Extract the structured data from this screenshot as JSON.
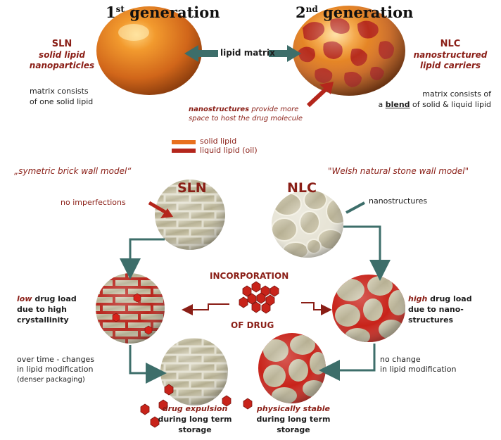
{
  "colors": {
    "solid_lipid": "#e8701e",
    "liquid_lipid": "#b4261c",
    "label_red": "#8a1e16",
    "arrow_green": "#3d6e6a",
    "brick": "#bdb79a"
  },
  "generations": {
    "first": {
      "title": "1",
      "suffix": "st",
      "word": " generation"
    },
    "second": {
      "title": "2",
      "suffix": "nd",
      "word": " generation"
    }
  },
  "sln_top": {
    "abbr": "SLN",
    "line1": "solid lipid",
    "line2": "nanoparticles",
    "matrix_line1": "matrix consists",
    "matrix_line2": "of one solid lipid"
  },
  "nlc_top": {
    "abbr": "NLC",
    "line1": "nanostructured",
    "line2": "lipid carriers",
    "matrix_line1": "matrix consists of",
    "matrix_pre": "a ",
    "matrix_blend": "blend",
    "matrix_post": " of solid & liquid lipid"
  },
  "lipid_matrix": "lipid matrix",
  "nanostructures_note": {
    "bold_word": "nanostructures",
    "rest1": " provide more",
    "line2": "space to host the drug molecule"
  },
  "legend": {
    "solid": "solid lipid",
    "liquid": "liquid lipid (oil)"
  },
  "models": {
    "left": "„symetric brick wall model“",
    "right": "\"Welsh natural stone wall model\""
  },
  "mid": {
    "sln": "SLN",
    "nlc": "NLC",
    "no_imperfections": "no imperfections",
    "nanostructures": "nanostructures",
    "incorporation": "INCORPORATION",
    "of_drug": "OF DRUG"
  },
  "left_load": {
    "italic": "low",
    "rest": " drug load",
    "line2": "due to high",
    "line3": "crystallinity"
  },
  "right_load": {
    "italic": "high",
    "rest": " drug load",
    "line2": "due to nano-",
    "line3": "structures"
  },
  "left_change": {
    "line1": "over time - changes",
    "line2": "in lipid modification",
    "line3": "(denser packaging)"
  },
  "right_change": {
    "line1": "no change",
    "line2": "in lipid modification"
  },
  "bottom_left": {
    "italic": "drug expulsion",
    "line2": "during long term",
    "line3": "storage"
  },
  "bottom_right": {
    "italic": "physically stable",
    "line2": "during long term",
    "line3": "storage"
  }
}
